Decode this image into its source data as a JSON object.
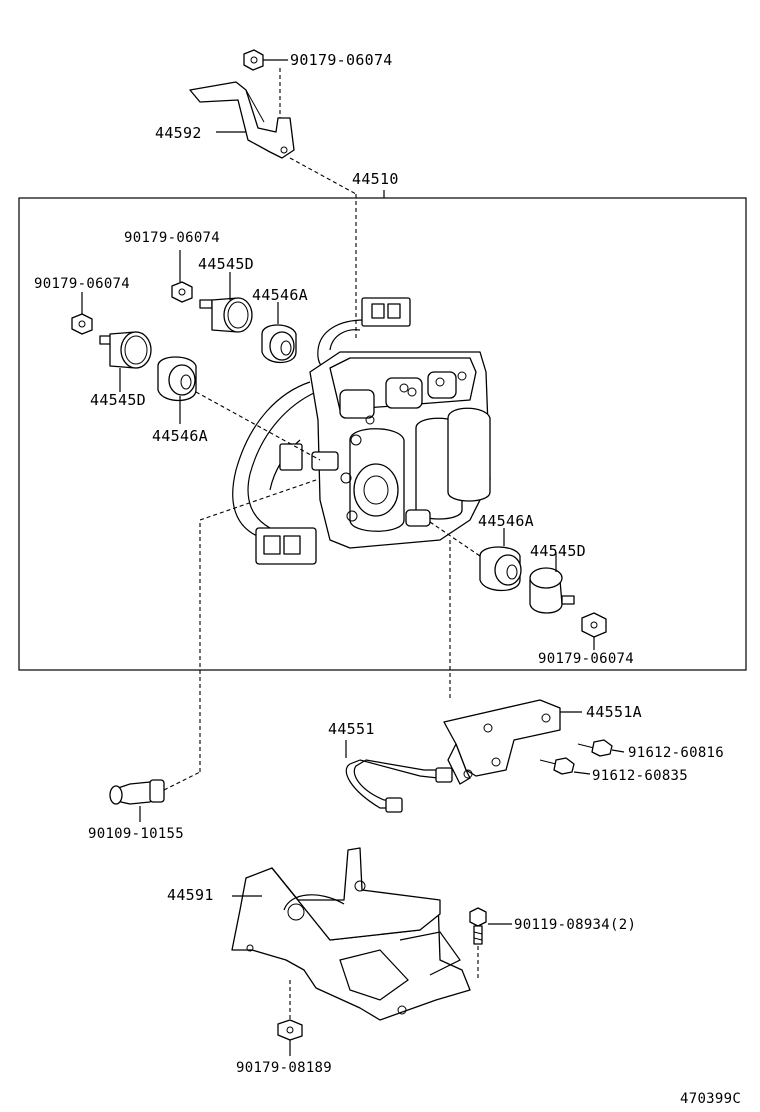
{
  "labels": {
    "nut_top": "90179-06074",
    "bracket_top": "44592",
    "actuator_assy": "44510",
    "nut_inner_a": "90179-06074",
    "solenoid_d_a": "44545D",
    "nut_inner_b": "90179-06074",
    "sleeve_a_a": "44546A",
    "solenoid_d_b": "44545D",
    "sleeve_a_b": "44546A",
    "sleeve_a_c": "44546A",
    "solenoid_d_c": "44545D",
    "nut_inner_c": "90179-06074",
    "tube": "44551",
    "bracket_a": "44551A",
    "bolt_a": "91612-60816",
    "bolt_b": "91612-60835",
    "switch": "90109-10155",
    "bracket_base": "44591",
    "bolt_c": "90119-08934(2)",
    "nut_bottom": "90179-08189",
    "catalog_no": "470399C"
  }
}
